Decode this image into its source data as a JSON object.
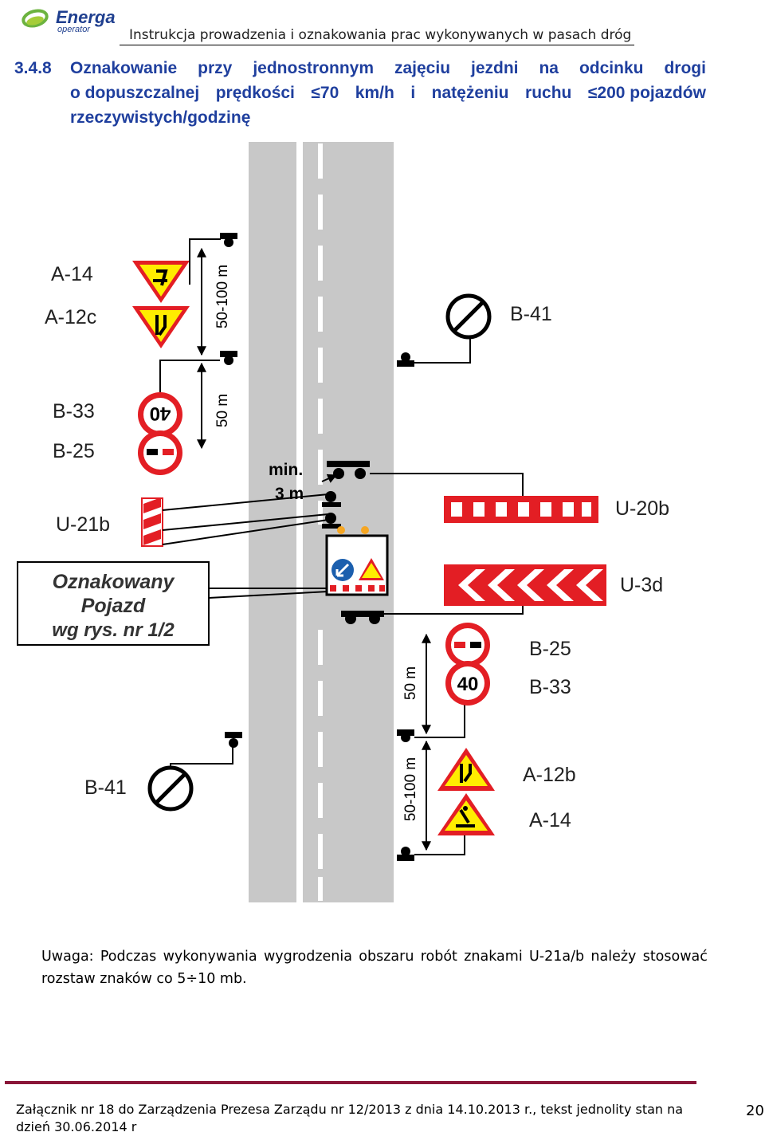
{
  "header": {
    "logo_name": "Energa",
    "logo_sub": "operator",
    "title": "Instrukcja prowadzenia i oznakowania prac wykonywanych w pasach dróg"
  },
  "section": {
    "number": "3.4.8",
    "line1": [
      "Oznakowanie",
      "przy",
      "jednostronnym",
      "zajęciu",
      "jezdni",
      "na",
      "odcinku",
      "drogi"
    ],
    "line2": [
      "o dopuszczalnej",
      "prędkości",
      "≤70",
      "km/h",
      "i",
      "natężeniu",
      "ruchu",
      "≤200 pojazdów"
    ],
    "line3": "rzeczywistych/godzinę"
  },
  "diagram": {
    "labels": {
      "a14_top": "A-14",
      "a12c": "A-12c",
      "b33_top": "B-33",
      "b25_top": "B-25",
      "u21b": "U-21b",
      "b41_top": "B-41",
      "u20b": "U-20b",
      "u3d": "U-3d",
      "b25_bot": "B-25",
      "b33_bot": "B-33",
      "a12b": "A-12b",
      "a14_bot": "A-14",
      "b41_bot": "B-41",
      "dist_top_long": "50-100 m",
      "dist_top_short": "50 m",
      "dist_bot_short": "50 m",
      "dist_bot_long": "50-100 m",
      "min_line1": "min.",
      "min_line2": "3 m",
      "speed_top": "40",
      "speed_bot": "40"
    },
    "vehicle_box": {
      "line1": "Oznakowany",
      "line2": "Pojazd",
      "line3": "wg rys. nr 1/2"
    },
    "colors": {
      "road": "#c8c8c8",
      "lane_marking": "#ffffff",
      "sign_red": "#e31e24",
      "sign_yellow": "#ffed00",
      "sign_blue": "#1b5fae",
      "lamp_orange": "#f5a623"
    }
  },
  "note": {
    "line1": [
      "Uwaga:",
      "Podczas",
      "wykonywania",
      "wygrodzenia",
      "obszaru",
      "robót",
      "znakami",
      "U-21a/b",
      "należy",
      "stosować"
    ],
    "line2": "rozstaw znaków co 5÷10 mb."
  },
  "footer": {
    "text": "Załącznik nr 18 do Zarządzenia Prezesa Zarządu nr 12/2013 z dnia 14.10.2013 r., tekst jednolity stan na dzień 30.06.2014 r",
    "page": "20"
  }
}
